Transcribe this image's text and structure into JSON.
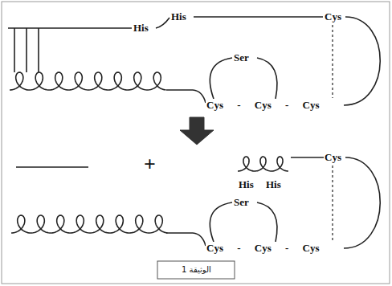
{
  "diagram": {
    "caption": "الوثيقة 1",
    "labels": [
      "His",
      "His",
      "Cys",
      "Ser",
      "Cys - Cys - Cys",
      "+",
      "Cys",
      "His",
      "His",
      "Ser",
      "Cys - Cys - Cys"
    ]
  }
}
